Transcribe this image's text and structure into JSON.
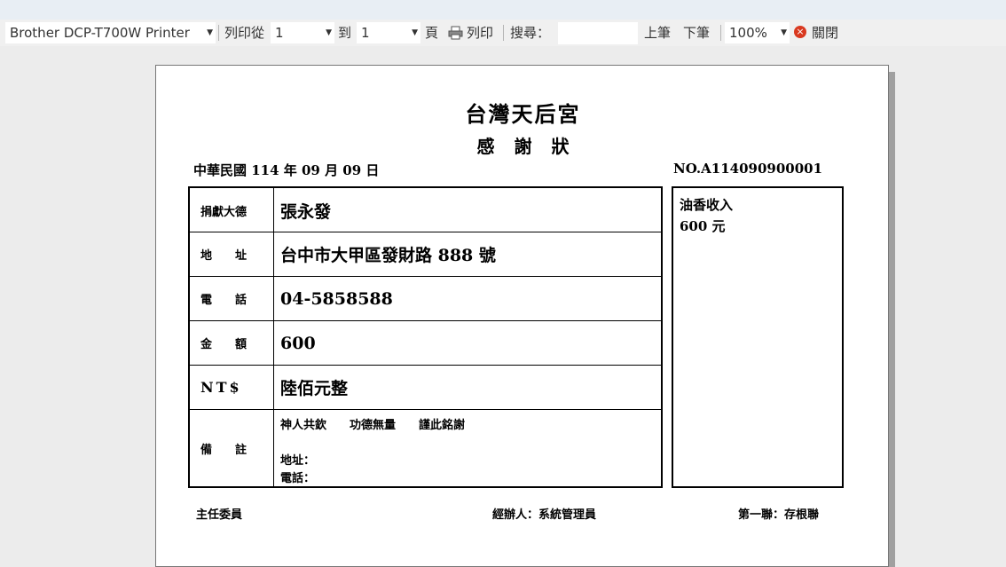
{
  "toolbar": {
    "printer": "Brother DCP-T700W Printer",
    "print_from_label": "列印從",
    "from_page": "1",
    "to_label": "到",
    "to_page": "1",
    "page_unit": "頁",
    "print_button": "列印",
    "search_label": "搜尋：",
    "search_value": "",
    "prev_record": "上筆",
    "next_record": "下筆",
    "zoom": "100%",
    "close_button": "關閉",
    "icons": {
      "dropdown": "chevron-down-icon",
      "printer": "printer-icon",
      "close": "close-icon"
    }
  },
  "receipt": {
    "temple_name": "台灣天后宮",
    "doc_title": "感謝狀",
    "date": "中華民國 114 年 09 月 09 日",
    "serial": "NO.A114090900001",
    "rows": [
      {
        "label": "捐獻大德",
        "value": "張永發"
      },
      {
        "label": "地　　址",
        "value": "台中市大甲區發財路 888 號"
      },
      {
        "label": "電　　話",
        "value": "04-5858588"
      },
      {
        "label": "金　　額",
        "value": "600"
      },
      {
        "label": "NT$",
        "value": "陸佰元整"
      }
    ],
    "remark": {
      "label": "備　　註",
      "line1": "神人共欽　　功德無量　　謹此銘謝",
      "line2": "地址：",
      "line3": "電話："
    },
    "side": {
      "category": "油香收入",
      "amount": "600 元"
    },
    "footer": {
      "supervisor": "主任委員",
      "handler": "經辦人：系統管理員",
      "copy": "第一聯：存根聯"
    }
  },
  "colors": {
    "toolbar_bg": "#f0f0f0",
    "canvas_bg": "#ececec",
    "close_icon": "#d9391f"
  }
}
